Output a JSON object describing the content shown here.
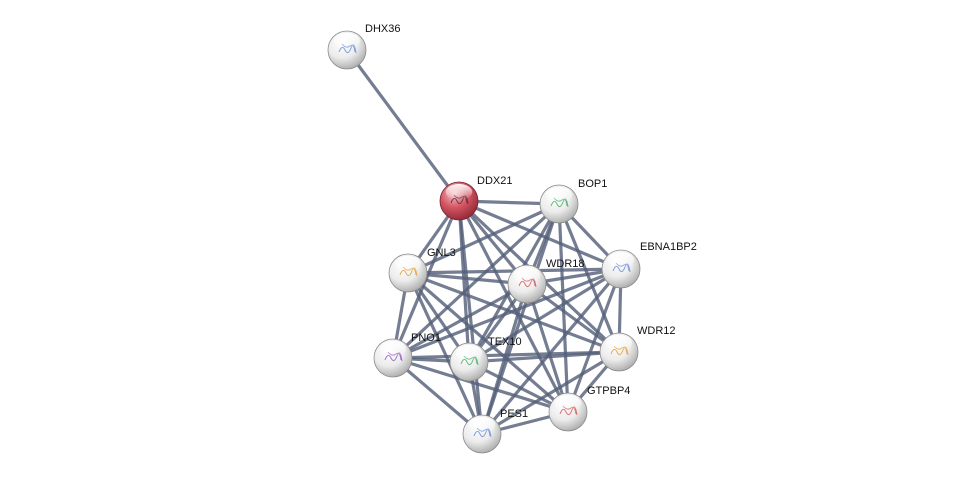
{
  "network": {
    "query_node": "DDX21",
    "colors": {
      "edge": "#55607a",
      "query_node": "#d14b5a",
      "node": "#e6e6e6",
      "node_outline": "#8a8a8a"
    },
    "nodes": [
      {
        "id": "DHX36",
        "label": "DHX36",
        "query": false,
        "icon": "protein-structure-icon"
      },
      {
        "id": "DDX21",
        "label": "DDX21",
        "query": true,
        "icon": "protein-structure-icon"
      },
      {
        "id": "BOP1",
        "label": "BOP1",
        "query": false,
        "icon": "protein-structure-icon"
      },
      {
        "id": "GNL3",
        "label": "GNL3",
        "query": false,
        "icon": "protein-structure-icon"
      },
      {
        "id": "WDR18",
        "label": "WDR18",
        "query": false,
        "icon": "protein-structure-icon"
      },
      {
        "id": "EBNA1BP2",
        "label": "EBNA1BP2",
        "query": false,
        "icon": "protein-structure-icon"
      },
      {
        "id": "PNO1",
        "label": "PNO1",
        "query": false,
        "icon": "protein-structure-icon"
      },
      {
        "id": "TEX10",
        "label": "TEX10",
        "query": false,
        "icon": "protein-structure-icon"
      },
      {
        "id": "WDR12",
        "label": "WDR12",
        "query": false,
        "icon": "protein-structure-icon"
      },
      {
        "id": "GTPBP4",
        "label": "GTPBP4",
        "query": false,
        "icon": "protein-structure-icon"
      },
      {
        "id": "PES1",
        "label": "PES1",
        "query": false,
        "icon": "protein-structure-icon"
      }
    ],
    "edges": [
      [
        "DHX36",
        "DDX21"
      ],
      [
        "DDX21",
        "BOP1"
      ],
      [
        "DDX21",
        "GNL3"
      ],
      [
        "DDX21",
        "WDR18"
      ],
      [
        "DDX21",
        "EBNA1BP2"
      ],
      [
        "DDX21",
        "PNO1"
      ],
      [
        "DDX21",
        "TEX10"
      ],
      [
        "DDX21",
        "WDR12"
      ],
      [
        "DDX21",
        "GTPBP4"
      ],
      [
        "DDX21",
        "PES1"
      ],
      [
        "BOP1",
        "GNL3"
      ],
      [
        "BOP1",
        "WDR18"
      ],
      [
        "BOP1",
        "EBNA1BP2"
      ],
      [
        "BOP1",
        "PNO1"
      ],
      [
        "BOP1",
        "TEX10"
      ],
      [
        "BOP1",
        "WDR12"
      ],
      [
        "BOP1",
        "GTPBP4"
      ],
      [
        "BOP1",
        "PES1"
      ],
      [
        "GNL3",
        "WDR18"
      ],
      [
        "GNL3",
        "EBNA1BP2"
      ],
      [
        "GNL3",
        "PNO1"
      ],
      [
        "GNL3",
        "TEX10"
      ],
      [
        "GNL3",
        "WDR12"
      ],
      [
        "GNL3",
        "GTPBP4"
      ],
      [
        "GNL3",
        "PES1"
      ],
      [
        "WDR18",
        "EBNA1BP2"
      ],
      [
        "WDR18",
        "PNO1"
      ],
      [
        "WDR18",
        "TEX10"
      ],
      [
        "WDR18",
        "WDR12"
      ],
      [
        "WDR18",
        "GTPBP4"
      ],
      [
        "WDR18",
        "PES1"
      ],
      [
        "EBNA1BP2",
        "PNO1"
      ],
      [
        "EBNA1BP2",
        "TEX10"
      ],
      [
        "EBNA1BP2",
        "WDR12"
      ],
      [
        "EBNA1BP2",
        "GTPBP4"
      ],
      [
        "EBNA1BP2",
        "PES1"
      ],
      [
        "PNO1",
        "TEX10"
      ],
      [
        "PNO1",
        "WDR12"
      ],
      [
        "PNO1",
        "GTPBP4"
      ],
      [
        "PNO1",
        "PES1"
      ],
      [
        "TEX10",
        "WDR12"
      ],
      [
        "TEX10",
        "GTPBP4"
      ],
      [
        "TEX10",
        "PES1"
      ],
      [
        "WDR12",
        "GTPBP4"
      ],
      [
        "WDR12",
        "PES1"
      ],
      [
        "GTPBP4",
        "PES1"
      ]
    ]
  }
}
